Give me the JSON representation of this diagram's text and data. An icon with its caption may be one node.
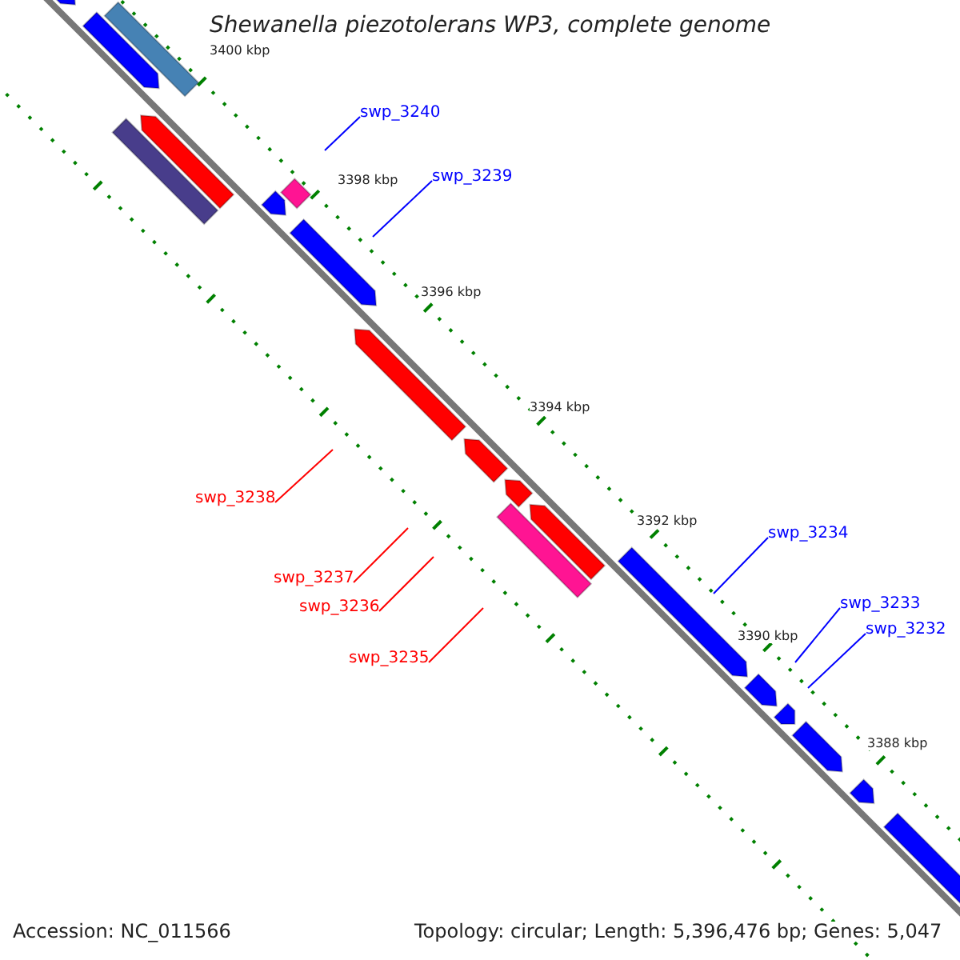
{
  "diagram": {
    "title": "Shewanella piezotolerans WP3, complete genome",
    "nodes": [
      {
        "text": [
          "swp_3240"
        ]
      },
      {
        "text": [
          "swp_3239"
        ]
      },
      {
        "text": [
          "swp_3238"
        ]
      },
      {
        "text": [
          "swp_3234"
        ]
      },
      {
        "text": [
          "swp_3237"
        ]
      },
      {
        "text": [
          "swp_3233"
        ]
      },
      {
        "text": [
          "swp_3236"
        ]
      },
      {
        "text": [
          "swp_3232"
        ]
      },
      {
        "text": [
          "swp_3235"
        ]
      }
    ],
    "edges": [
      {
        "from": 0,
        "to": null,
        "arrow": "none"
      },
      {
        "from": 1,
        "to": null,
        "arrow": "none"
      },
      {
        "from": 2,
        "to": null,
        "arrow": "none",
        "color": "#ff0000"
      },
      {
        "from": 3,
        "to": null,
        "arrow": "none"
      },
      {
        "from": 4,
        "to": null,
        "arrow": "none",
        "color": "#ff0000"
      },
      {
        "from": 5,
        "to": null,
        "arrow": "none"
      },
      {
        "from": 6,
        "to": null,
        "arrow": "none",
        "color": "#ff0000"
      },
      {
        "from": 7,
        "to": null,
        "arrow": "none"
      },
      {
        "from": 8,
        "to": null,
        "arrow": "none",
        "color": "#ff0000"
      }
    ],
    "labels": [
      "3400 kbp",
      "3398 kbp",
      "3396 kbp",
      "3394 kbp",
      "3392 kbp",
      "3390 kbp",
      "3388 kbp",
      "Accession: NC_011566",
      "Topology: circular; Length: 5,396,476 bp; Genes: 5,047"
    ]
  }
}
